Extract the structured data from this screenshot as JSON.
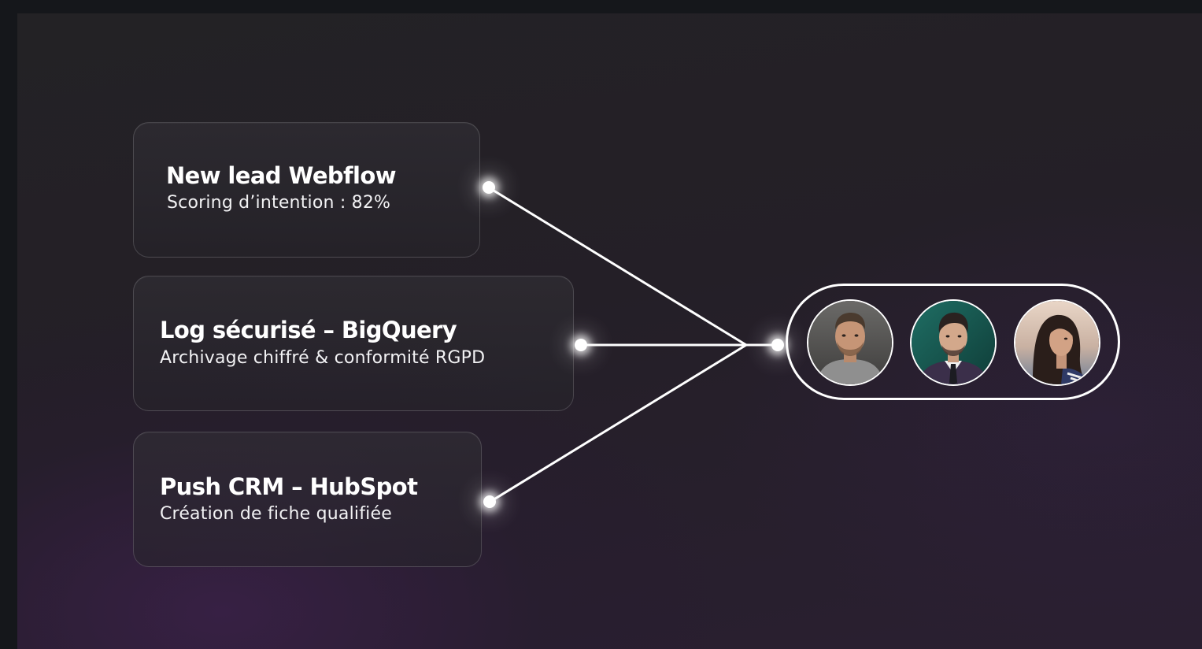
{
  "cards": [
    {
      "title": "New lead Webflow",
      "subtitle": "Scoring d’intention : 82%"
    },
    {
      "title": "Log sécurisé – BigQuery",
      "subtitle": "Archivage chiffré & conformité RGPD"
    },
    {
      "title": "Push CRM – HubSpot",
      "subtitle": "Création de fiche qualifiée"
    }
  ],
  "avatars": [
    {
      "icon": "person-short-hair-beard-icon"
    },
    {
      "icon": "person-suit-tie-icon"
    },
    {
      "icon": "person-long-hair-icon"
    }
  ],
  "colors": {
    "background": "#232225",
    "background_purple": "#2a1f31",
    "card_border": "#ffffff29",
    "connector": "#ffffff",
    "text": "#ffffff"
  }
}
